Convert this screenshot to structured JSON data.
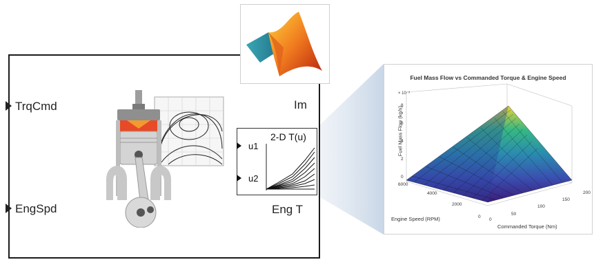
{
  "block": {
    "inputs": [
      {
        "label": "TrqCmd"
      },
      {
        "label": "EngSpd"
      }
    ],
    "outputs": [
      {
        "label": "Im"
      },
      {
        "label": "Eng T"
      }
    ]
  },
  "lookup_table": {
    "title": "2-D T(u)",
    "in1": "u1",
    "in2": "u2"
  },
  "plot": {
    "title": "Fuel Mass Flow vs Commanded Torque & Engine Speed",
    "z_exponent": "× 10⁻³",
    "zlabel": "Fuel Mass Flow (kg/s)",
    "xlabel": "Commanded Torque (Nm)",
    "ylabel": "Engine Speed (RPM)",
    "z_ticks": [
      "0",
      "2",
      "4",
      "6",
      "8"
    ],
    "x_ticks": [
      "0",
      "50",
      "100",
      "150",
      "200"
    ],
    "y_ticks": [
      "0",
      "2000",
      "4000",
      "6000"
    ]
  },
  "icons": {
    "logo": "matlab-membrane-logo-icon",
    "engine": "engine-piston-icon",
    "contour": "contour-map-icon"
  }
}
